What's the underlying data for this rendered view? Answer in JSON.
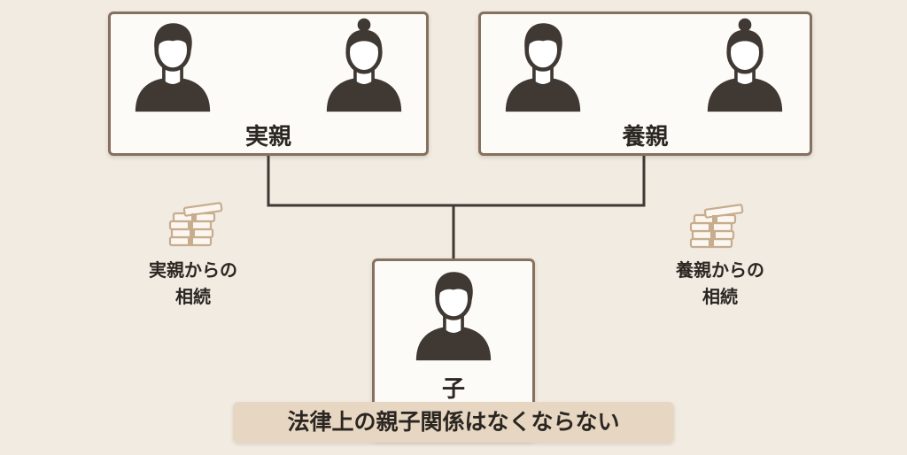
{
  "biological_parents": {
    "label": "実親"
  },
  "adoptive_parents": {
    "label": "養親"
  },
  "child": {
    "label": "子"
  },
  "inheritance_biological": {
    "line1": "実親からの",
    "line2": "相続"
  },
  "inheritance_adoptive": {
    "line1": "養親からの",
    "line2": "相続"
  },
  "caption": {
    "text": "法律上の親子関係はなくならない"
  },
  "colors": {
    "box_border": "#86705e",
    "connector": "#3f3833",
    "figure": "#3f3833",
    "money": "#c7ad8e",
    "caption_bg": "#e7d7c2",
    "background": "#f1ebe2"
  },
  "icons": [
    "man-icon",
    "woman-icon",
    "money-stack-icon"
  ]
}
